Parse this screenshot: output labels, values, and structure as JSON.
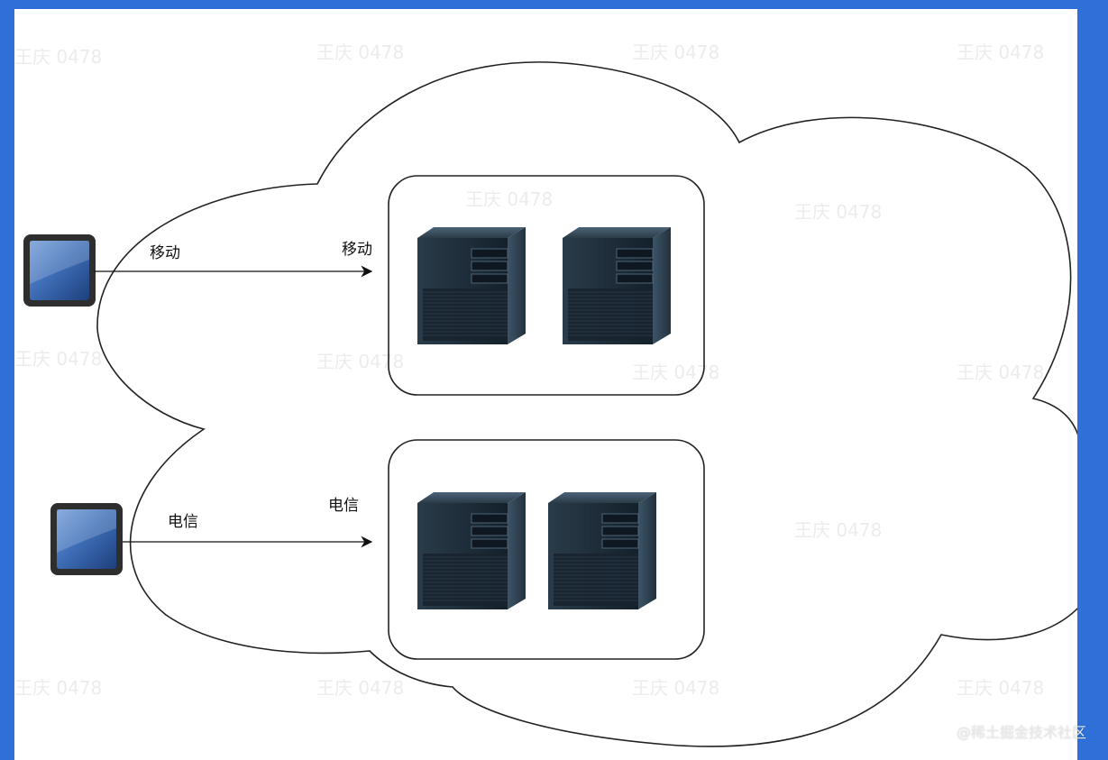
{
  "diagram": {
    "top_group": {
      "client_label": "移动",
      "server_label": "移动"
    },
    "bottom_group": {
      "client_label": "电信",
      "server_label": "电信"
    }
  },
  "watermark": {
    "text": "王庆 0478"
  },
  "credit": {
    "text": "@稀土掘金技术社区"
  },
  "colors": {
    "frame_border": "#2f6fd8",
    "line": "#111111",
    "server_body": "#1c2a36"
  },
  "icons": [
    "tablet-icon",
    "server-tower-icon"
  ]
}
